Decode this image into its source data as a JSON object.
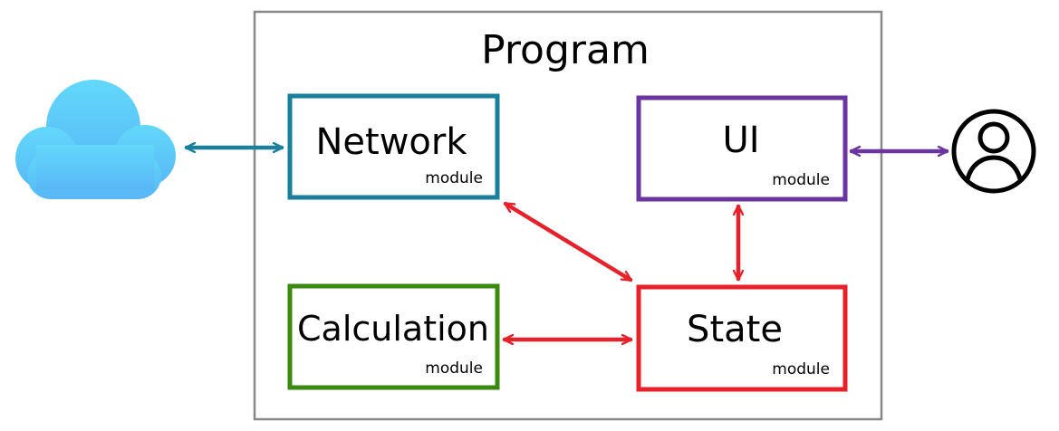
{
  "diagram": {
    "program": {
      "title": "Program",
      "border_color": "#888888"
    },
    "modules": [
      {
        "id": "network",
        "title": "Network",
        "subtitle": "module",
        "color": "#1a7f9c"
      },
      {
        "id": "ui",
        "title": "UI",
        "subtitle": "module",
        "color": "#6a35a0"
      },
      {
        "id": "calculation",
        "title": "Calculation",
        "subtitle": "module",
        "color": "#3a8a10"
      },
      {
        "id": "state",
        "title": "State",
        "subtitle": "module",
        "color": "#e8202a"
      }
    ],
    "external": {
      "cloud": {
        "icon": "cloud-icon",
        "color": "#5fc8f5"
      },
      "user": {
        "icon": "user-icon",
        "color": "#000000"
      }
    },
    "connections": [
      {
        "from": "cloud",
        "to": "network",
        "color": "#1a7f9c"
      },
      {
        "from": "ui",
        "to": "user",
        "color": "#6a35a0"
      },
      {
        "from": "network",
        "to": "state",
        "color": "#e8202a"
      },
      {
        "from": "ui",
        "to": "state",
        "color": "#e8202a"
      },
      {
        "from": "calculation",
        "to": "state",
        "color": "#e8202a"
      }
    ]
  }
}
